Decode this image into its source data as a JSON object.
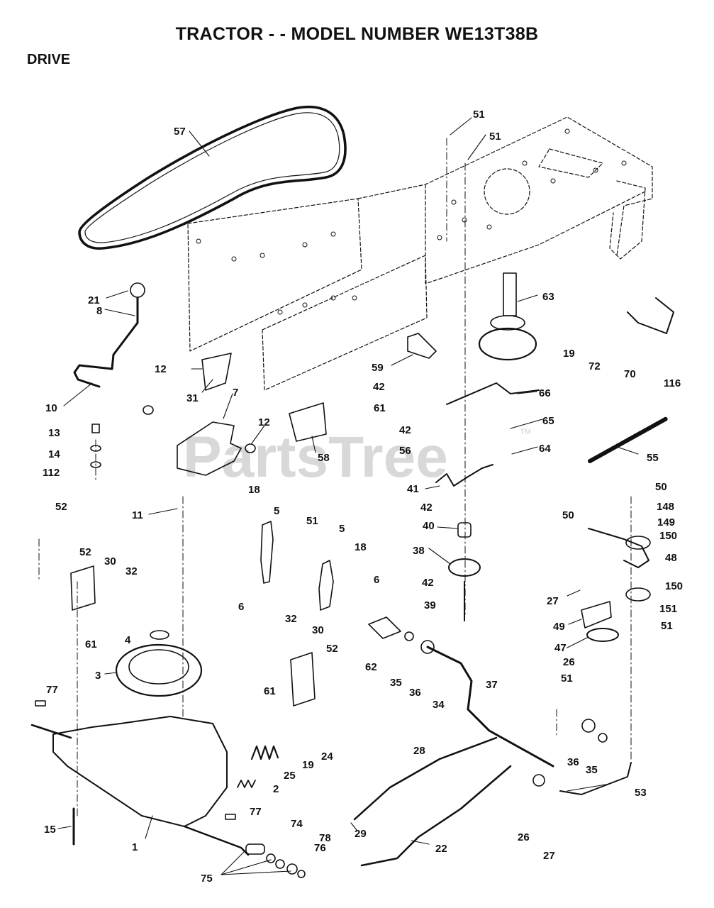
{
  "title": "TRACTOR - - MODEL NUMBER WE13T38B",
  "section": "DRIVE",
  "watermark": "PartsTree",
  "watermark_tm": "TM",
  "callouts": [
    {
      "id": "51a",
      "text": "51"
    },
    {
      "id": "51b",
      "text": "51"
    },
    {
      "id": "57",
      "text": "57"
    },
    {
      "id": "21",
      "text": "21"
    },
    {
      "id": "8",
      "text": "8"
    },
    {
      "id": "63",
      "text": "63"
    },
    {
      "id": "19a",
      "text": "19"
    },
    {
      "id": "72",
      "text": "72"
    },
    {
      "id": "70",
      "text": "70"
    },
    {
      "id": "116",
      "text": "116"
    },
    {
      "id": "12a",
      "text": "12"
    },
    {
      "id": "31",
      "text": "31"
    },
    {
      "id": "7",
      "text": "7"
    },
    {
      "id": "10",
      "text": "10"
    },
    {
      "id": "59",
      "text": "59"
    },
    {
      "id": "42a",
      "text": "42"
    },
    {
      "id": "61a",
      "text": "61"
    },
    {
      "id": "66",
      "text": "66"
    },
    {
      "id": "13",
      "text": "13"
    },
    {
      "id": "12b",
      "text": "12"
    },
    {
      "id": "58",
      "text": "58"
    },
    {
      "id": "42b",
      "text": "42"
    },
    {
      "id": "65",
      "text": "65"
    },
    {
      "id": "14",
      "text": "14"
    },
    {
      "id": "56",
      "text": "56"
    },
    {
      "id": "64",
      "text": "64"
    },
    {
      "id": "112",
      "text": "112"
    },
    {
      "id": "55",
      "text": "55"
    },
    {
      "id": "41",
      "text": "41"
    },
    {
      "id": "50a",
      "text": "50"
    },
    {
      "id": "52a",
      "text": "52"
    },
    {
      "id": "18a",
      "text": "18"
    },
    {
      "id": "5a",
      "text": "5"
    },
    {
      "id": "42c",
      "text": "42"
    },
    {
      "id": "148",
      "text": "148"
    },
    {
      "id": "50b",
      "text": "50"
    },
    {
      "id": "11",
      "text": "11"
    },
    {
      "id": "51c",
      "text": "51"
    },
    {
      "id": "5b",
      "text": "5"
    },
    {
      "id": "149",
      "text": "149"
    },
    {
      "id": "40",
      "text": "40"
    },
    {
      "id": "150a",
      "text": "150"
    },
    {
      "id": "18b",
      "text": "18"
    },
    {
      "id": "38",
      "text": "38"
    },
    {
      "id": "48",
      "text": "48"
    },
    {
      "id": "52b",
      "text": "52"
    },
    {
      "id": "30a",
      "text": "30"
    },
    {
      "id": "32a",
      "text": "32"
    },
    {
      "id": "42d",
      "text": "42"
    },
    {
      "id": "6a",
      "text": "6"
    },
    {
      "id": "6b",
      "text": "6"
    },
    {
      "id": "150b",
      "text": "150"
    },
    {
      "id": "27a",
      "text": "27"
    },
    {
      "id": "39",
      "text": "39"
    },
    {
      "id": "151",
      "text": "151"
    },
    {
      "id": "61b",
      "text": "61"
    },
    {
      "id": "49",
      "text": "49"
    },
    {
      "id": "51d",
      "text": "51"
    },
    {
      "id": "4",
      "text": "4"
    },
    {
      "id": "32b",
      "text": "32"
    },
    {
      "id": "30b",
      "text": "30"
    },
    {
      "id": "47",
      "text": "47"
    },
    {
      "id": "52c",
      "text": "52"
    },
    {
      "id": "26a",
      "text": "26"
    },
    {
      "id": "62",
      "text": "62"
    },
    {
      "id": "3",
      "text": "3"
    },
    {
      "id": "35a",
      "text": "35"
    },
    {
      "id": "36a",
      "text": "36"
    },
    {
      "id": "51e",
      "text": "51"
    },
    {
      "id": "61c",
      "text": "61"
    },
    {
      "id": "34",
      "text": "34"
    },
    {
      "id": "37",
      "text": "37"
    },
    {
      "id": "77a",
      "text": "77"
    },
    {
      "id": "28",
      "text": "28"
    },
    {
      "id": "24",
      "text": "24"
    },
    {
      "id": "19b",
      "text": "19"
    },
    {
      "id": "25",
      "text": "25"
    },
    {
      "id": "36b",
      "text": "36"
    },
    {
      "id": "35b",
      "text": "35"
    },
    {
      "id": "53",
      "text": "53"
    },
    {
      "id": "2",
      "text": "2"
    },
    {
      "id": "77b",
      "text": "77"
    },
    {
      "id": "26b",
      "text": "26"
    },
    {
      "id": "15",
      "text": "15"
    },
    {
      "id": "29",
      "text": "29"
    },
    {
      "id": "74",
      "text": "74"
    },
    {
      "id": "27b",
      "text": "27"
    },
    {
      "id": "1",
      "text": "1"
    },
    {
      "id": "78",
      "text": "78"
    },
    {
      "id": "76",
      "text": "76"
    },
    {
      "id": "22",
      "text": "22"
    },
    {
      "id": "75",
      "text": "75"
    }
  ]
}
